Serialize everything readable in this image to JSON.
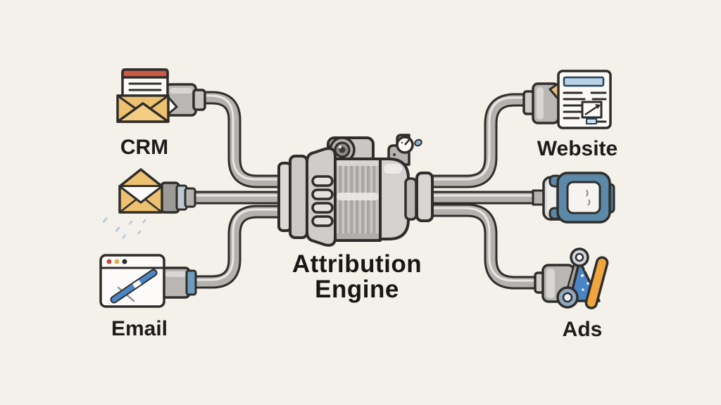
{
  "scene": {
    "background_color": "#f4f1ea",
    "title": {
      "line1": "Attribution",
      "line2": "Engine"
    },
    "nodes": [
      {
        "id": "crm",
        "side": "left",
        "row": "top",
        "icon": "envelope-document-icon",
        "label": "CRM"
      },
      {
        "id": "envelope",
        "side": "left",
        "row": "middle",
        "icon": "sealed-envelope-icon",
        "label": null
      },
      {
        "id": "email",
        "side": "left",
        "row": "bottom",
        "icon": "browser-compose-icon",
        "label": "Email"
      },
      {
        "id": "website",
        "side": "right",
        "row": "top",
        "icon": "webpage-report-icon",
        "label": "Website"
      },
      {
        "id": "device",
        "side": "right",
        "row": "middle",
        "icon": "camera-device-icon",
        "label": null
      },
      {
        "id": "ads",
        "side": "right",
        "row": "bottom",
        "icon": "ads-triangle-icon",
        "label": "Ads"
      }
    ],
    "colors": {
      "outline": "#2e2d2b",
      "pipe": "#b4b2af",
      "pipe_highlight": "#e9e7e4",
      "engine_body": "#c9c7c4",
      "envelope_yellow": "#edc170",
      "document_red": "#cb5a46",
      "accent_blue": "#4a86c6",
      "steel_blue": "#5d89a8",
      "ads_orange": "#f0a53e",
      "webpage_bar_blue": "#b9d2e6",
      "droplet_blue": "#8ab5d4",
      "label_color": "#1d1c1b"
    }
  }
}
